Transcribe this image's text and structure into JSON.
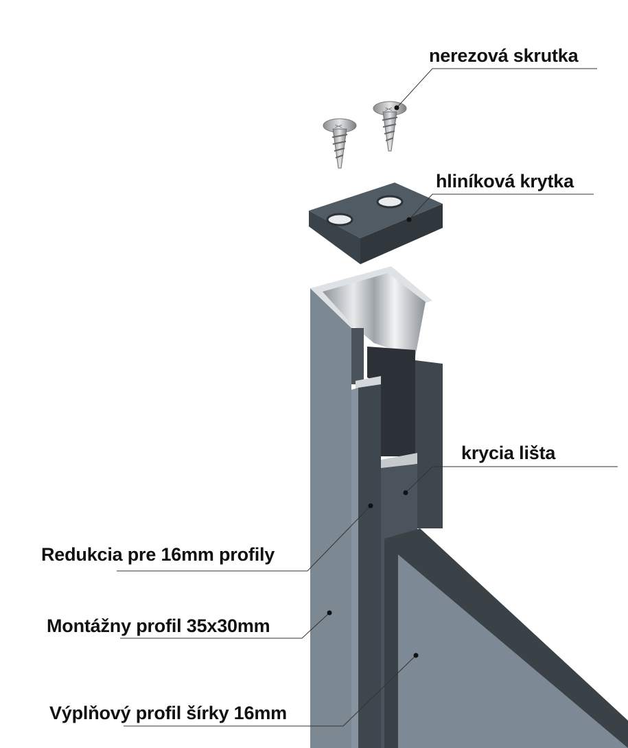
{
  "labels": {
    "screw": "nerezová skrutka",
    "cap": "hliníková krytka",
    "cover_strip": "krycia lišta",
    "reduction": "Redukcia pre 16mm profily",
    "mounting_profile": "Montážny profil 35x30mm",
    "infill_profile": "Výplňový profil šírky 16mm"
  },
  "colors": {
    "profile_light": "#7c8892",
    "profile_dark": "#3f474e",
    "aluminium": "#c9cdd1"
  }
}
